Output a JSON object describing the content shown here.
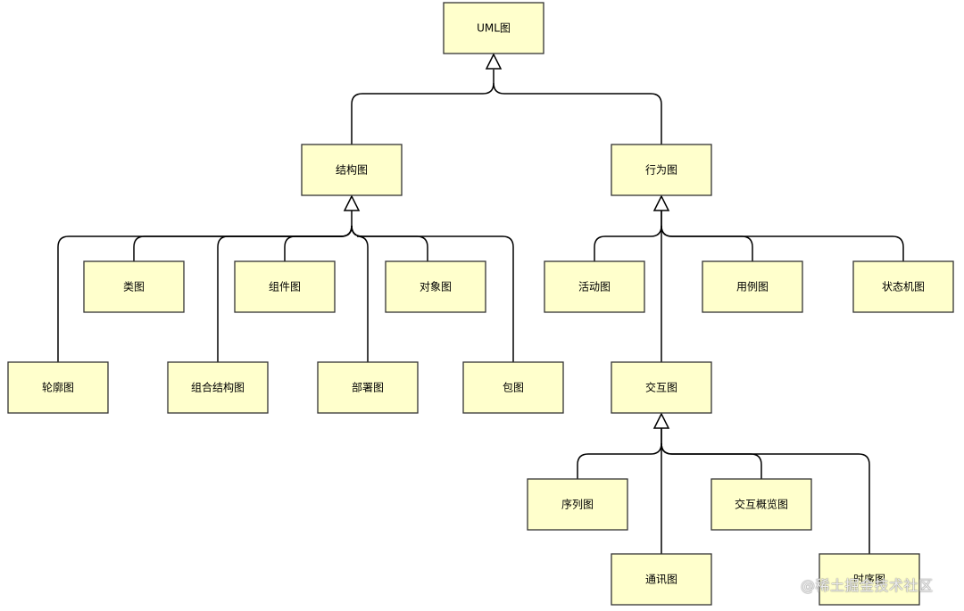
{
  "diagram": {
    "root": "UML图",
    "structure": "结构图",
    "behavior": "行为图",
    "class": "类图",
    "component": "组件图",
    "object": "对象图",
    "profile": "轮廓图",
    "composite_structure": "组合结构图",
    "deployment": "部署图",
    "package": "包图",
    "activity": "活动图",
    "use_case": "用例图",
    "state_machine": "状态机图",
    "interaction": "交互图",
    "sequence": "序列图",
    "interaction_overview": "交互概览图",
    "communication": "通讯图",
    "timing": "时序图"
  },
  "watermark": "@稀土掘金技术社区"
}
